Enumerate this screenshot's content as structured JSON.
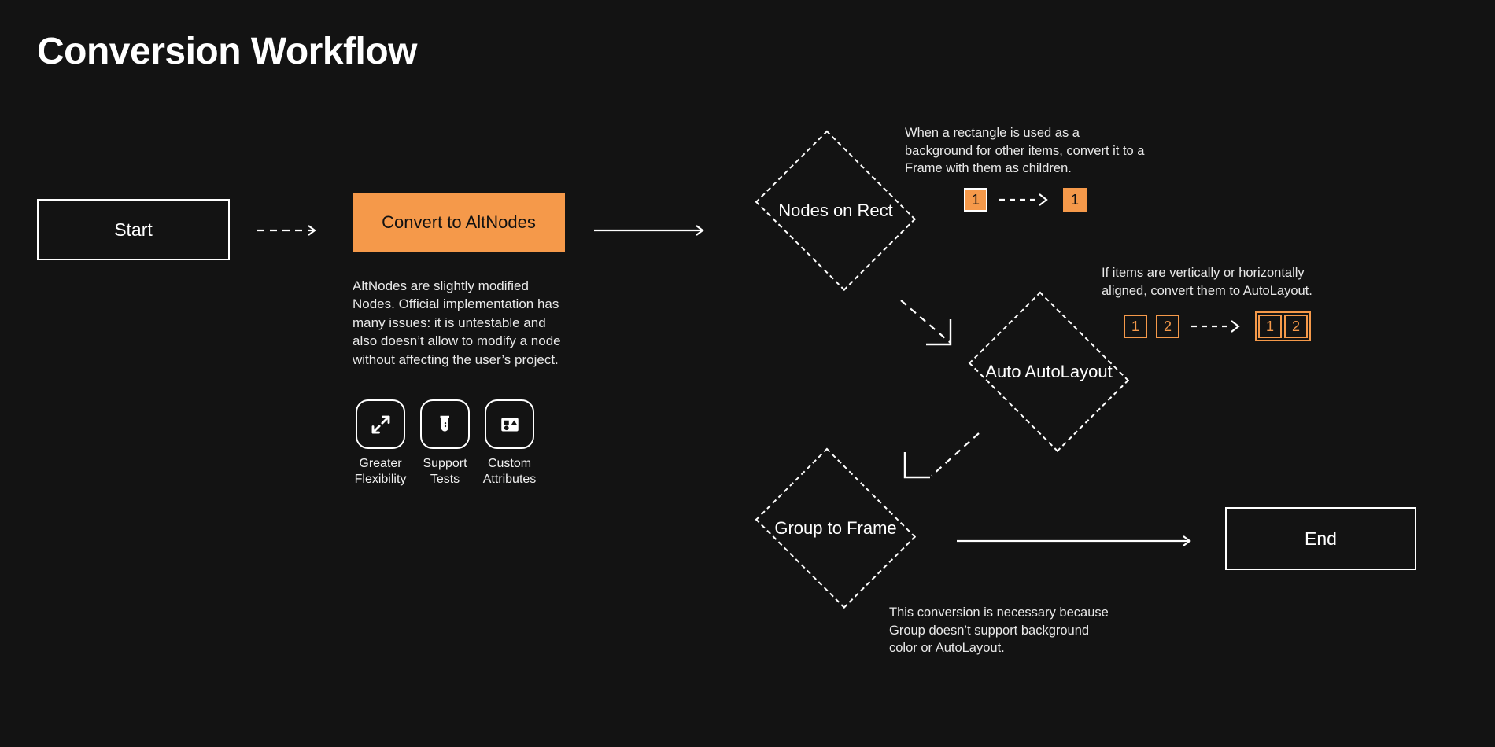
{
  "page": {
    "title": "Conversion Workflow",
    "background": "#131313",
    "accent": "#F5994A",
    "text_color": "#ffffff"
  },
  "nodes": {
    "start": {
      "label": "Start",
      "shape": "rectangle"
    },
    "convert": {
      "label": "Convert to AltNodes",
      "shape": "rectangle-filled"
    },
    "nodes_on_rect": {
      "label": "Nodes on Rect",
      "shape": "diamond"
    },
    "auto_autolayout": {
      "label": "Auto AutoLayout",
      "shape": "diamond"
    },
    "group_to_frame": {
      "label": "Group to Frame",
      "shape": "diamond"
    },
    "end": {
      "label": "End",
      "shape": "rectangle"
    }
  },
  "descriptions": {
    "altnodes": "AltNodes are slightly modified Nodes. Official implementation has many issues: it is untestable and also doesn’t allow to modify a node without affecting the user’s project."
  },
  "features": [
    {
      "icon": "expand-arrows-icon",
      "label": "Greater\nFlexibility"
    },
    {
      "icon": "test-tube-icon",
      "label": "Support\nTests"
    },
    {
      "icon": "shapes-icon",
      "label": "Custom\nAttributes"
    }
  ],
  "annotations": {
    "nodes_on_rect": "When a rectangle is used as a background for other items, convert it to a Frame with them as children.",
    "auto_autolayout": "If items are vertically or horizontally aligned, convert them to AutoLayout.",
    "group_to_frame": "This conversion is necessary because Group doesn’t support background color or AutoLayout."
  },
  "badge_examples": {
    "nodes_on_rect": {
      "before": [
        {
          "text": "1",
          "style": "fill-white-border"
        }
      ],
      "after": [
        {
          "text": "1",
          "style": "fill-orange-border"
        }
      ]
    },
    "auto_autolayout": {
      "before": [
        {
          "text": "1",
          "style": "outline"
        },
        {
          "text": "2",
          "style": "outline"
        }
      ],
      "after": [
        {
          "text": "1",
          "style": "outline"
        },
        {
          "text": "2",
          "style": "outline"
        }
      ]
    }
  },
  "connectors": [
    {
      "from": "start",
      "to": "convert",
      "style": "dashed"
    },
    {
      "from": "convert",
      "to": "nodes_on_rect",
      "style": "solid"
    },
    {
      "from": "nodes_on_rect",
      "to": "auto_autolayout",
      "style": "dashed"
    },
    {
      "from": "auto_autolayout",
      "to": "group_to_frame",
      "style": "dashed"
    },
    {
      "from": "group_to_frame",
      "to": "end",
      "style": "solid"
    }
  ]
}
